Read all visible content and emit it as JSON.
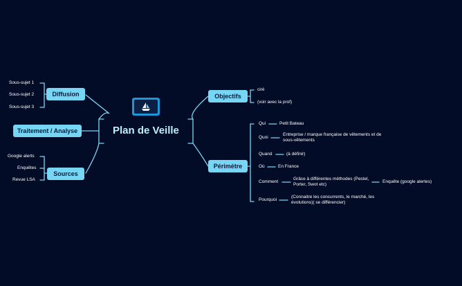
{
  "central": {
    "title": "Plan de Veille",
    "icon": "sailboat-icon"
  },
  "branches": {
    "diffusion": {
      "label": "Diffusion",
      "children": [
        "Sous-sujet 1",
        "Sous-sujet 2",
        "Sous-sujet 3"
      ]
    },
    "traitement": {
      "label": "Traitement / Analyse"
    },
    "sources": {
      "label": "Sources",
      "children": [
        "Google alerts",
        "Enquêtes",
        "Revue LSA"
      ]
    },
    "objectifs": {
      "label": "Objectifs",
      "children": [
        "ciré",
        "(voir avec la prof)"
      ]
    },
    "perimetre": {
      "label": "Périmètre",
      "items": [
        {
          "key": "Qui",
          "value": "Petit Bateau"
        },
        {
          "key": "Quoi",
          "value": "Entreprise / marque française de vêtements et de sous-vêtements"
        },
        {
          "key": "Quand",
          "value": "(à définir)"
        },
        {
          "key": "Où",
          "value": "En France"
        },
        {
          "key": "Comment",
          "value": "Grâce à différentes méthodes (Pestel, Porter, Swot etc)",
          "extra": "Enquête (google alertes)"
        },
        {
          "key": "Pourquoi",
          "value": "(Connaitre les concurrents, le marché, les évolutions)( se différencier)"
        }
      ]
    }
  },
  "colors": {
    "background": "#030c26",
    "node": "#78d6f5",
    "line": "#78d6f5",
    "text": "#ffffff"
  }
}
